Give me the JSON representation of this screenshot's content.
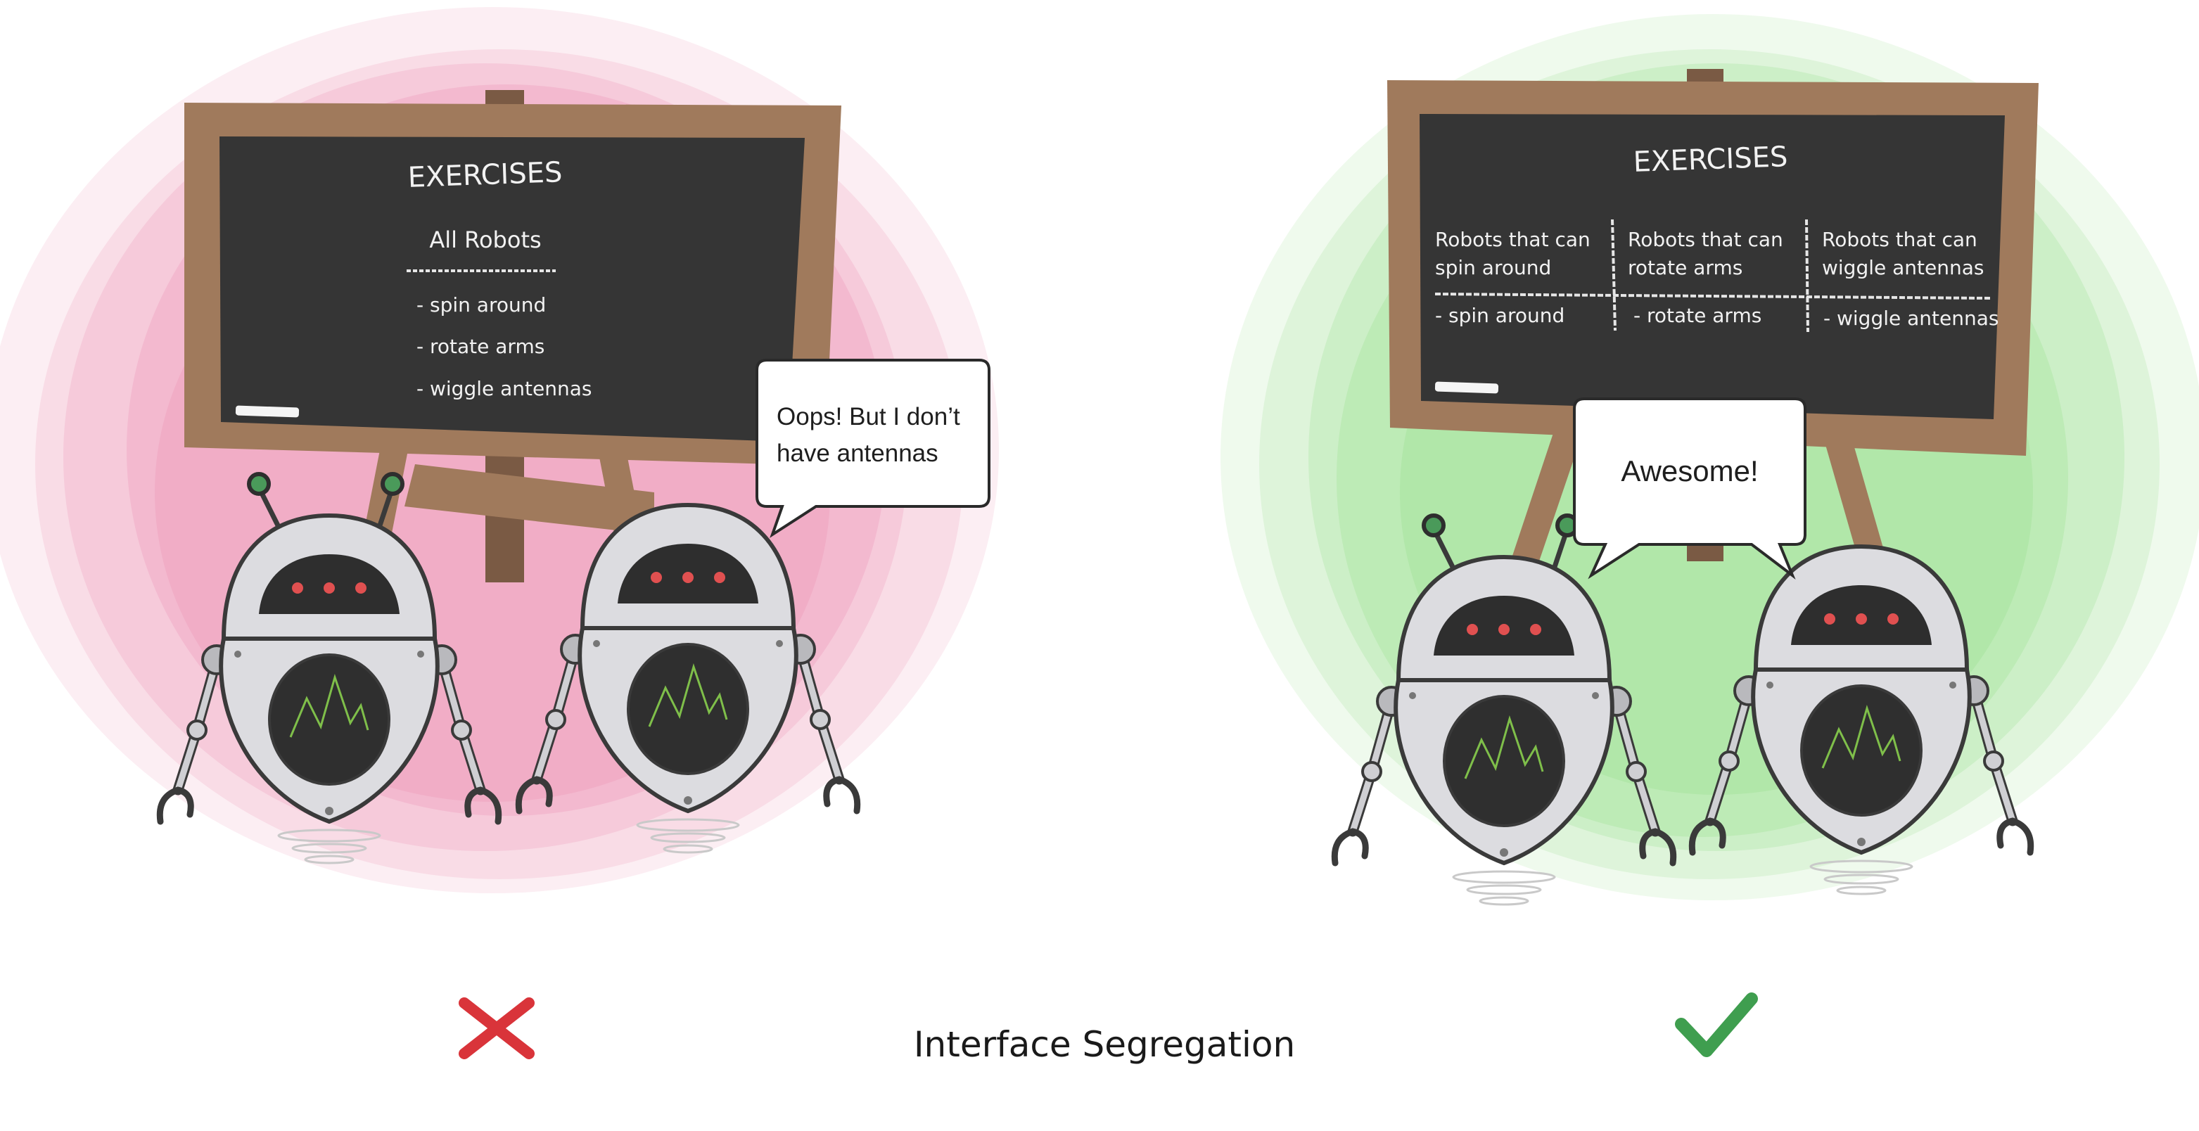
{
  "left_panel": {
    "board": {
      "title": "EXERCISES",
      "heading": "All Robots",
      "items": [
        "- spin around",
        "- rotate arms",
        "- wiggle antennas"
      ]
    },
    "speech": {
      "line1": "Oops! But I don’t",
      "line2": "have antennas"
    },
    "verdict_icon": "cross-icon",
    "verdict_color": "#d9343a",
    "background_color": "#e9719e"
  },
  "right_panel": {
    "board": {
      "title": "EXERCISES",
      "columns": [
        {
          "header1": "Robots that can",
          "header2": "spin around",
          "item": "- spin around"
        },
        {
          "header1": "Robots that can",
          "header2": "rotate arms",
          "item": "- rotate arms"
        },
        {
          "header1": "Robots that can",
          "header2": "wiggle antennas",
          "item": "- wiggle antennas"
        }
      ]
    },
    "speech": {
      "text": "Awesome!"
    },
    "verdict_icon": "check-icon",
    "verdict_color": "#3f9e4f",
    "background_color": "#79d86a"
  },
  "caption": "Interface Segregation"
}
